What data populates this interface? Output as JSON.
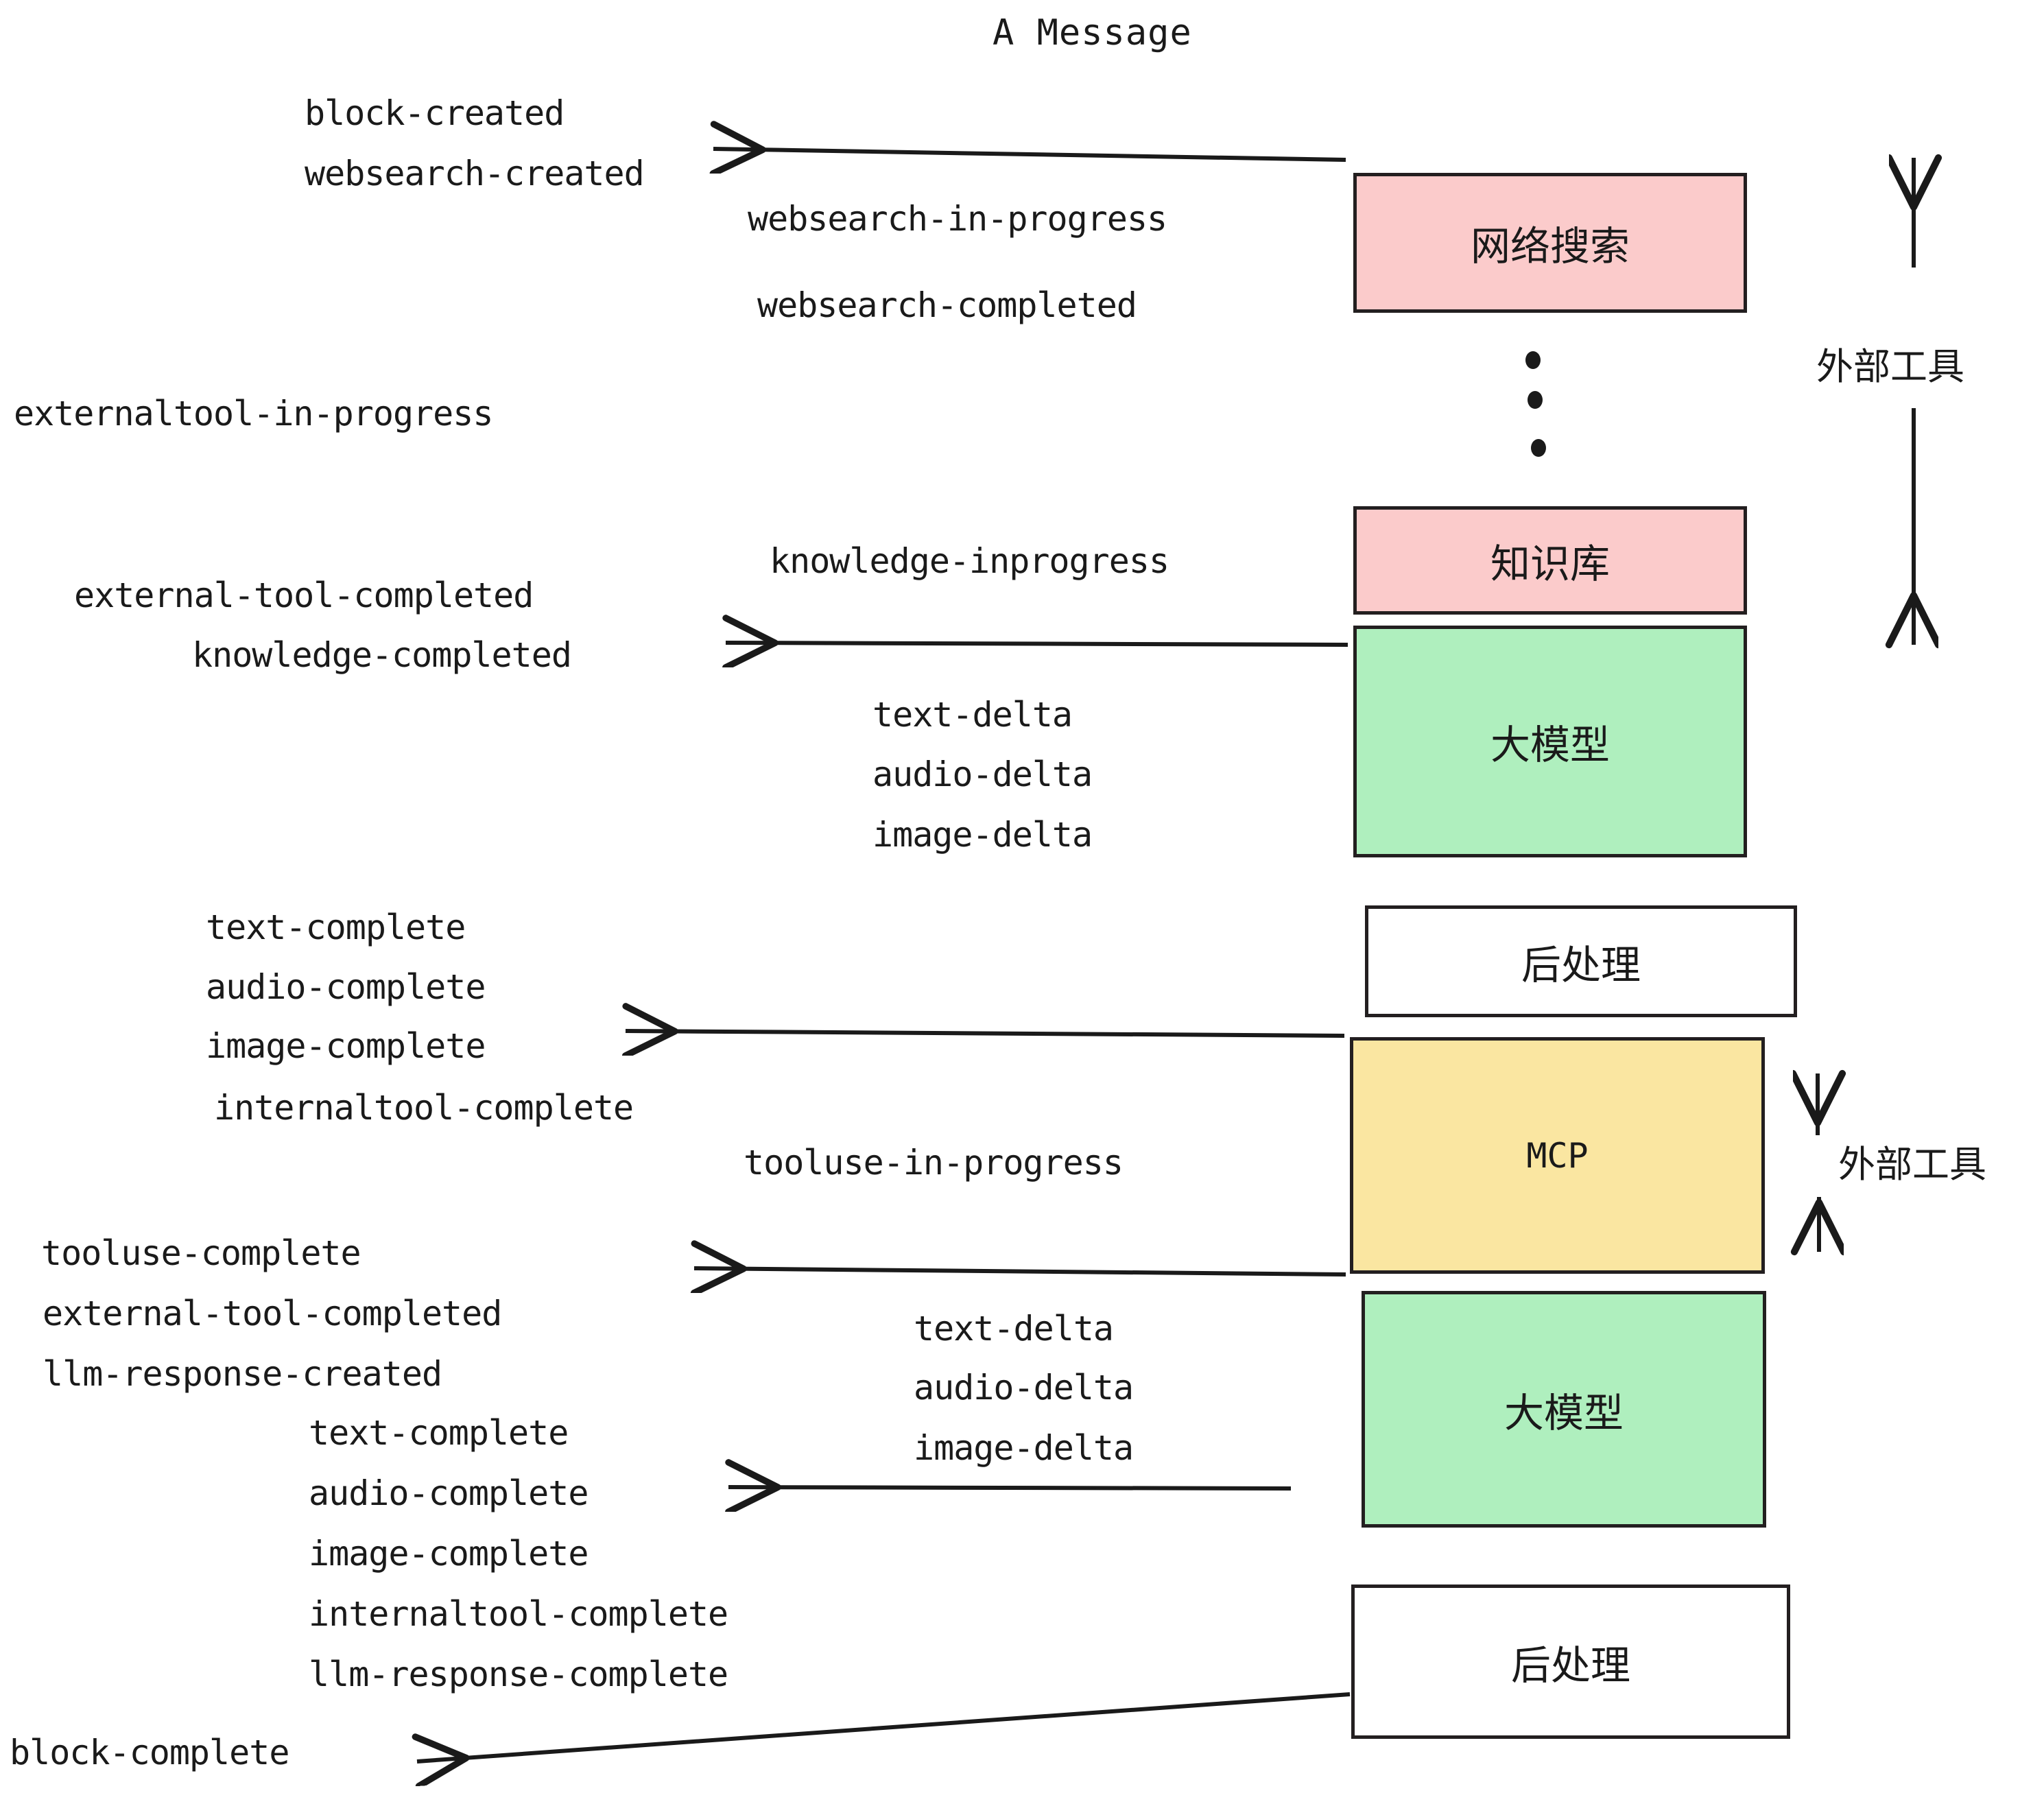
{
  "title": "A Message",
  "colors": {
    "external_tool_box": "#FBCBCB",
    "llm_box": "#AFEFBE",
    "mcp_box": "#FAE6A1",
    "postprocess_box": "#FFFFFF",
    "stroke": "#231f20",
    "text": "#1a1a1a",
    "background": "#FFFFFF"
  },
  "boxes": [
    {
      "id": "websearch",
      "label": "网络搜索",
      "fill_key": "external_tool_box"
    },
    {
      "id": "knowledge",
      "label": "知识库",
      "fill_key": "external_tool_box"
    },
    {
      "id": "llm-top",
      "label": "大模型",
      "fill_key": "llm_box"
    },
    {
      "id": "postprocess-top",
      "label": "后处理",
      "fill_key": "postprocess_box"
    },
    {
      "id": "mcp",
      "label": "MCP",
      "fill_key": "mcp_box"
    },
    {
      "id": "llm-bottom",
      "label": "大模型",
      "fill_key": "llm_box"
    },
    {
      "id": "postprocess-bottom",
      "label": "后处理",
      "fill_key": "postprocess_box"
    }
  ],
  "side_labels": {
    "top": "外部工具",
    "bottom": "外部工具"
  },
  "events": {
    "block_created": "block-created",
    "websearch_created": "websearch-created",
    "websearch_in_progress": "websearch-in-progress",
    "websearch_completed": "websearch-completed",
    "externaltool_in_progress": "externaltool-in-progress",
    "knowledge_inprogress": "knowledge-inprogress",
    "external_tool_completed_1": "external-tool-completed",
    "knowledge_completed": "knowledge-completed",
    "text_delta_1": "text-delta",
    "audio_delta_1": "audio-delta",
    "image_delta_1": "image-delta",
    "text_complete_1": "text-complete",
    "audio_complete_1": "audio-complete",
    "image_complete_1": "image-complete",
    "internaltool_complete_1": "internaltool-complete",
    "tooluse_in_progress": "tooluse-in-progress",
    "tooluse_complete": "tooluse-complete",
    "external_tool_completed_2": "external-tool-completed",
    "llm_response_created": "llm-response-created",
    "text_delta_2": "text-delta",
    "audio_delta_2": "audio-delta",
    "image_delta_2": "image-delta",
    "text_complete_2": "text-complete",
    "audio_complete_2": "audio-complete",
    "image_complete_2": "image-complete",
    "internaltool_complete_2": "internaltool-complete",
    "llm_response_complete": "llm-response-complete",
    "block_complete": "block-complete"
  }
}
